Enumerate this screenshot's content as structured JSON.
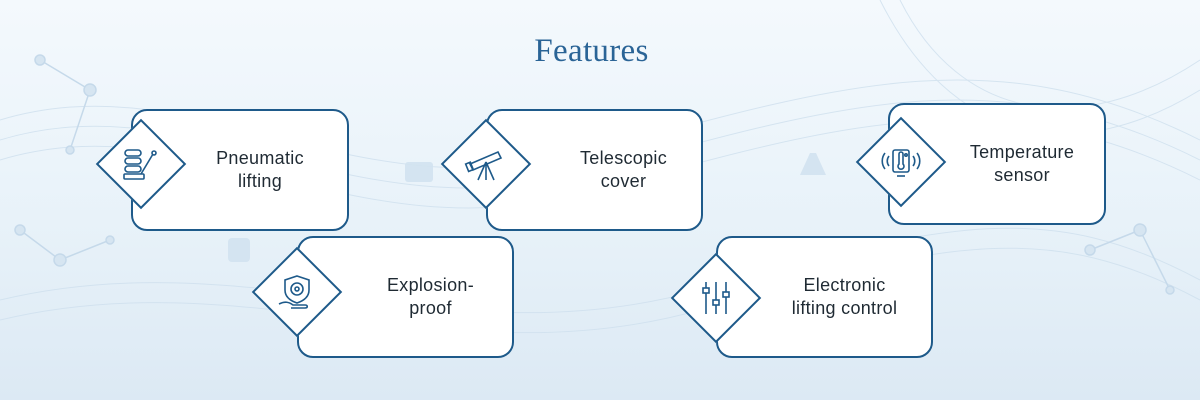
{
  "title": "Features",
  "features": [
    {
      "label": "Pneumatic\nlifting",
      "icon": "pneumatic-cylinder-icon"
    },
    {
      "label": "Telescopic\ncover",
      "icon": "telescope-icon"
    },
    {
      "label": "Temperature\nsensor",
      "icon": "temperature-sensor-icon"
    },
    {
      "label": "Explosion-\nproof",
      "icon": "shield-hand-icon"
    },
    {
      "label": "Electronic\nlifting control",
      "icon": "sliders-icon"
    }
  ],
  "colors": {
    "accent": "#1e5a8a",
    "title": "#2a6496",
    "text": "#1f2a33"
  }
}
